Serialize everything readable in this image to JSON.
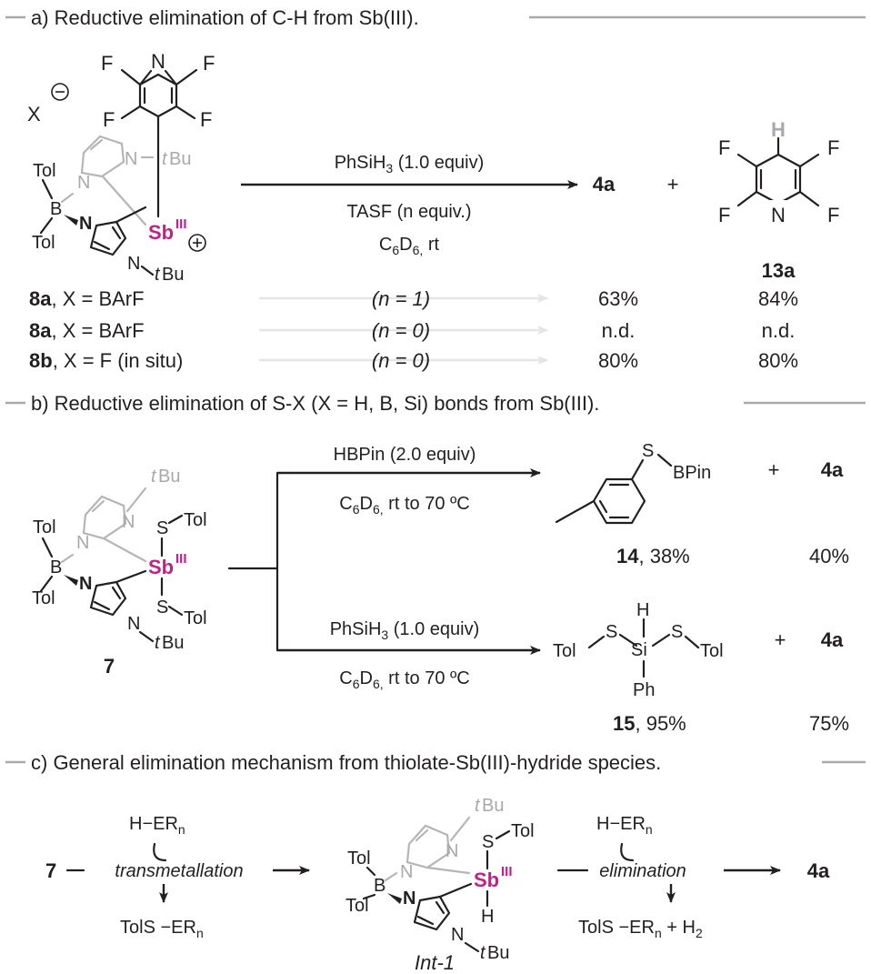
{
  "sections": {
    "a": {
      "title": "a) Reductive elimination of C-H from Sb(III).",
      "counterion": "X",
      "reagent": "PhSiH3 (1.0 equiv)",
      "conditions1": "TASF (n equiv.)",
      "conditions2": "C6D6, rt",
      "product1": "4a",
      "plus": "+",
      "product2": "13a",
      "rows": [
        {
          "compound": "8a",
          "x": ", X = BArF",
          "n": "(n = 1)",
          "y1": "63%",
          "y2": "84%"
        },
        {
          "compound": "8a",
          "x": ", X = BArF",
          "n": "(n = 0)",
          "y1": "n.d.",
          "y2": "n.d."
        },
        {
          "compound": "8b",
          "x": ", X = F (in situ)",
          "n": "(n = 0)",
          "y1": "80%",
          "y2": "80%"
        }
      ]
    },
    "b": {
      "title": "b) Reductive elimination of S-X (X = H, B, Si) bonds from Sb(III).",
      "start": "7",
      "upper_reagent": "HBPin (2.0 equiv)",
      "upper_conditions": "C6D6, rt to 70 ºC",
      "upper_product": "14",
      "upper_yield": ", 38%",
      "upper_4a": "4a",
      "upper_4a_yield": "40%",
      "lower_reagent": "PhSiH3 (1.0 equiv)",
      "lower_conditions": "C6D6, rt to 70 ºC",
      "lower_product": "15",
      "lower_yield": ", 95%",
      "lower_4a": "4a",
      "lower_4a_yield": "75%"
    },
    "c": {
      "title": "c) General elimination mechanism from thiolate-Sb(III)-hydride species.",
      "start": "7",
      "step1": "transmetallation",
      "step2": "elimination",
      "intermediate": "Int-1",
      "product": "4a"
    }
  },
  "labels": {
    "F": "F",
    "N": "N",
    "H": "H",
    "B": "B",
    "S": "S",
    "Si": "Si",
    "Sb": "Sb",
    "ox": "III",
    "Tol": "Tol",
    "tBu_t": "t",
    "tBu": "Bu",
    "BPin": "BPin",
    "Ph": "Ph",
    "HER": "H−ER",
    "n": "n",
    "TolS": "TolS",
    "ER": "−ER",
    "H2": "+ H",
    "two": "2"
  }
}
